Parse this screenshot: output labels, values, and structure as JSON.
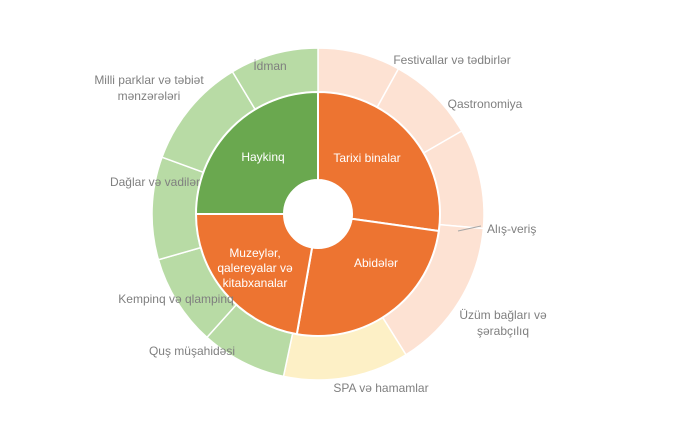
{
  "chart_data": {
    "type": "pie",
    "inner_ring": [
      {
        "label": [
          "Tarixi binalar"
        ],
        "value": 25,
        "color": "#ed7431"
      },
      {
        "label": [
          "Abidələr"
        ],
        "value": 25,
        "color": "#ed7431"
      },
      {
        "label": [
          "Muzeylər,",
          "qalereyalar və",
          "kitabxanalar"
        ],
        "value": 25,
        "color": "#ed7431"
      },
      {
        "label": [
          "Haykinq"
        ],
        "value": 25,
        "color": "#6aa84f"
      }
    ],
    "outer_ring": [
      {
        "label": [
          "Festivallar və tədbirlər"
        ],
        "value": 1,
        "color": "#fde2d3"
      },
      {
        "label": [
          "Qastronomiya"
        ],
        "value": 1,
        "color": "#fde2d3"
      },
      {
        "label": [
          "Alış-veriş"
        ],
        "value": 1,
        "color": "#fde2d3"
      },
      {
        "label": [
          "Üzüm bağları və",
          "şərabçılıq"
        ],
        "value": 1,
        "color": "#fde2d3"
      },
      {
        "label": [
          "SPA və hamamlar"
        ],
        "value": 1,
        "color": "#fdf0c6"
      },
      {
        "label": [
          "Quş müşahidəsi"
        ],
        "value": 1,
        "color": "#b8dba5"
      },
      {
        "label": [
          "Kempinq və qlampinq"
        ],
        "value": 1,
        "color": "#b8dba5"
      },
      {
        "label": [
          "Dağlar və vadilər"
        ],
        "value": 1,
        "color": "#b8dba5"
      },
      {
        "label": [
          "Milli parklar və təbiət",
          "mənzərələri"
        ],
        "value": 1,
        "color": "#b8dba5"
      },
      {
        "label": [
          "İdman"
        ],
        "value": 1,
        "color": "#b8dba5"
      }
    ]
  }
}
